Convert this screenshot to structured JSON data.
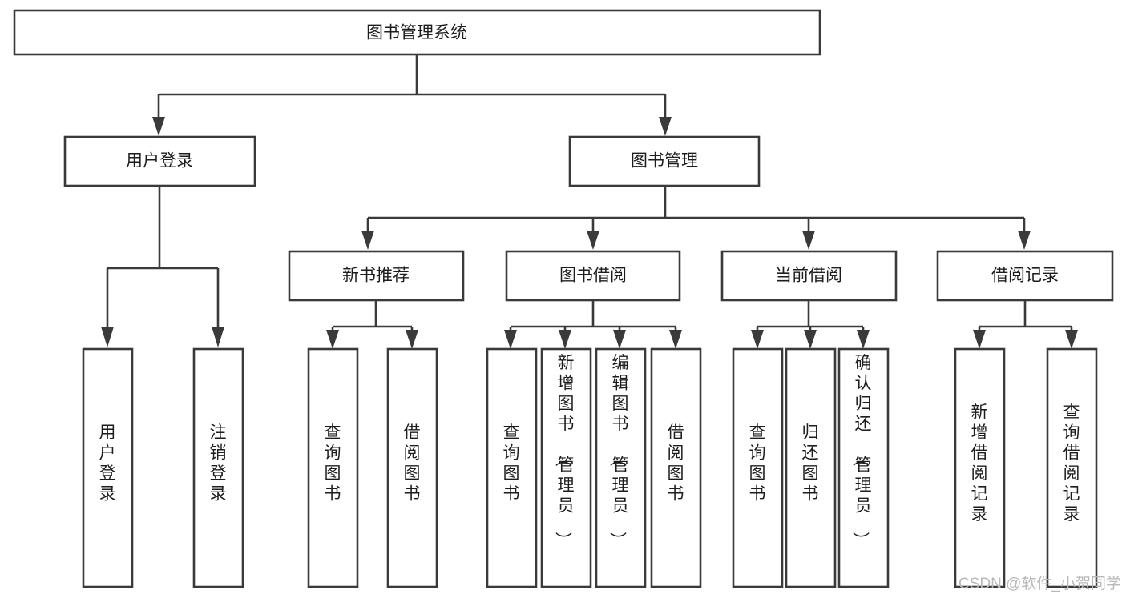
{
  "diagram": {
    "title": "图书管理系统",
    "type": "tree-hierarchy-chart",
    "colors": {
      "box_stroke": "#3a3a3a",
      "box_fill": "#ffffff",
      "text": "#1d1d1d",
      "background": "#ffffff",
      "watermark": "#b9b9b9"
    },
    "root": {
      "label": "图书管理系统"
    },
    "level2": [
      {
        "label": "用户登录"
      },
      {
        "label": "图书管理"
      }
    ],
    "level3": [
      {
        "label": "新书推荐"
      },
      {
        "label": "图书借阅"
      },
      {
        "label": "当前借阅"
      },
      {
        "label": "借阅记录"
      }
    ],
    "leaves": {
      "user_login": [
        {
          "label": "用户登录"
        },
        {
          "label": "注销登录"
        }
      ],
      "new_book_recommend": [
        {
          "label": "查询图书"
        },
        {
          "label": "借阅图书"
        }
      ],
      "book_borrow": [
        {
          "label": "查询图书"
        },
        {
          "label": "新增图书（管理员）"
        },
        {
          "label": "编辑图书（管理员）"
        },
        {
          "label": "借阅图书"
        }
      ],
      "current_borrow": [
        {
          "label": "查询图书"
        },
        {
          "label": "归还图书"
        },
        {
          "label": "确认归还（管理员）"
        }
      ],
      "borrow_record": [
        {
          "label": "新增借阅记录"
        },
        {
          "label": "查询借阅记录"
        }
      ]
    }
  },
  "watermark": {
    "text": "CSDN @软件_小贺同学"
  }
}
